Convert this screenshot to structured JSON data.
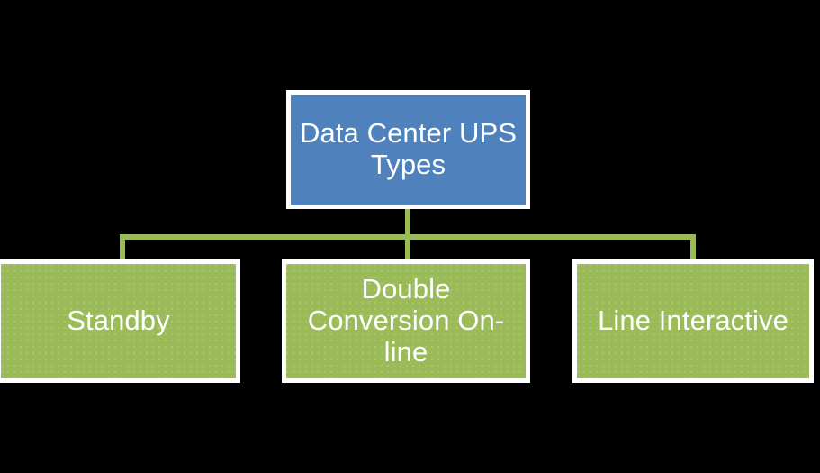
{
  "diagram": {
    "type": "hierarchy-org-chart",
    "background_color": "#000000",
    "root": {
      "label": "Data Center UPS Types",
      "fill_color": "#4F81BD",
      "border_color": "#FFFFFF",
      "text_color": "#FFFFFF"
    },
    "connector": {
      "color": "#9BBB59",
      "style": "elbow"
    },
    "children": [
      {
        "label": "Standby",
        "fill_color": "#9BBB59",
        "border_color": "#FFFFFF",
        "text_color": "#FFFFFF"
      },
      {
        "label": "Double\nConversion On-\nline",
        "fill_color": "#9BBB59",
        "border_color": "#FFFFFF",
        "text_color": "#FFFFFF"
      },
      {
        "label": "Line Interactive",
        "fill_color": "#9BBB59",
        "border_color": "#FFFFFF",
        "text_color": "#FFFFFF"
      }
    ]
  }
}
